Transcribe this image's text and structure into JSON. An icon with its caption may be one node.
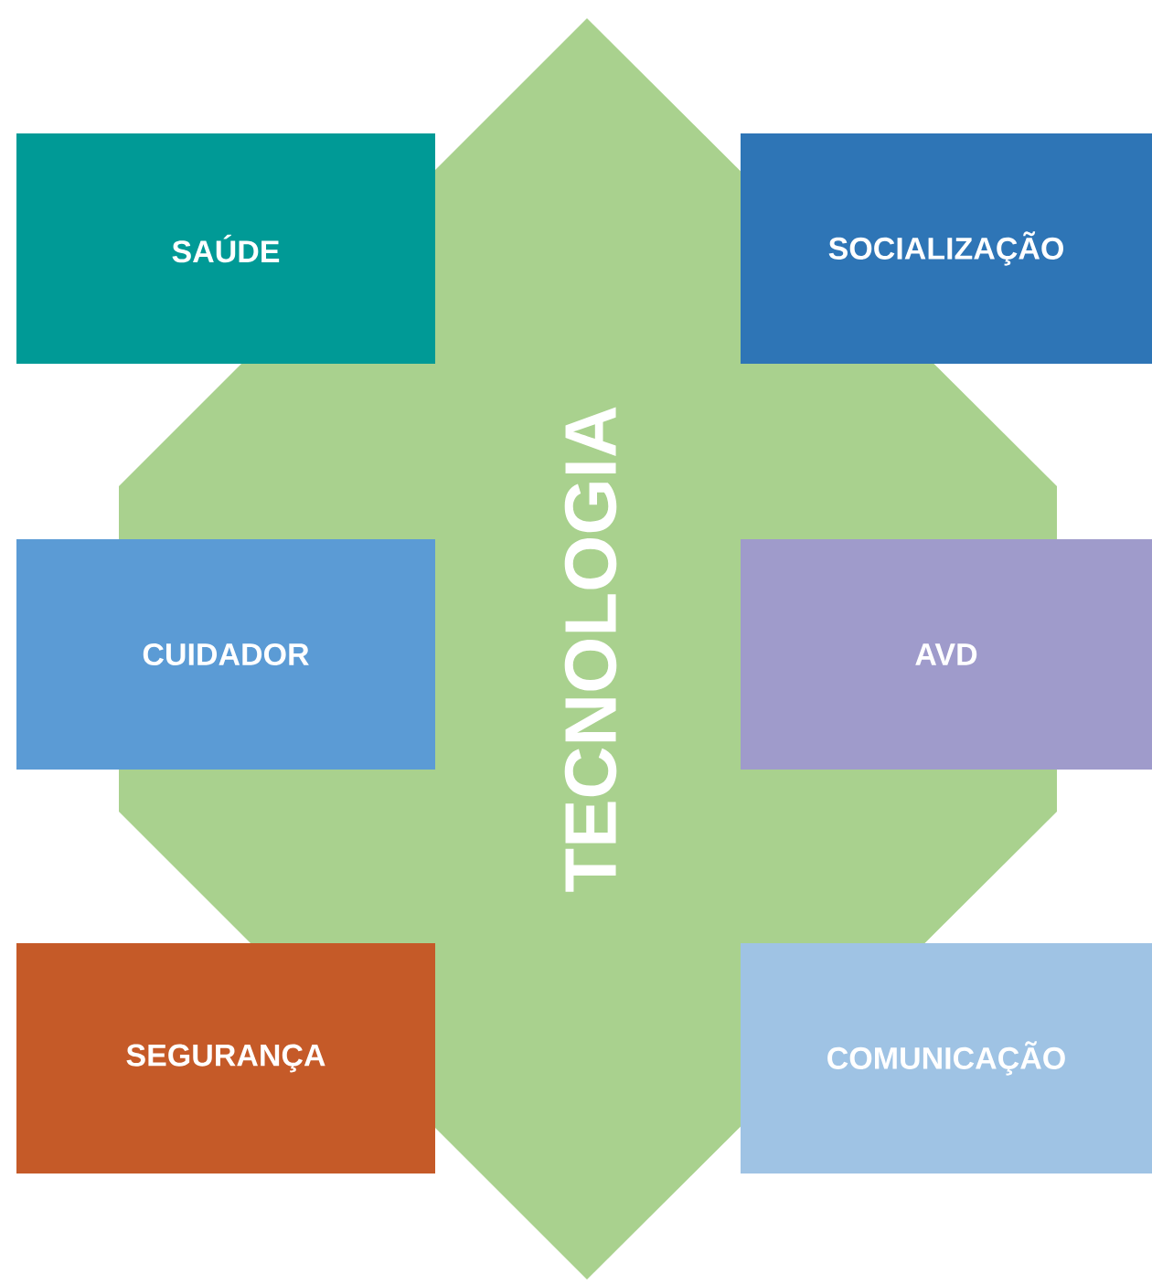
{
  "diagram": {
    "nodes": [
      {
        "text": [
          "TECNOLOGIA"
        ]
      },
      {
        "text": [
          "SAÚDE"
        ]
      },
      {
        "text": [
          "SOCIALIZAÇÃO"
        ]
      },
      {
        "text": [
          "CUIDADOR"
        ]
      },
      {
        "text": [
          "AVD"
        ]
      },
      {
        "text": [
          "SEGURANÇA"
        ]
      },
      {
        "text": [
          "COMUNICAÇÃO"
        ]
      }
    ]
  }
}
